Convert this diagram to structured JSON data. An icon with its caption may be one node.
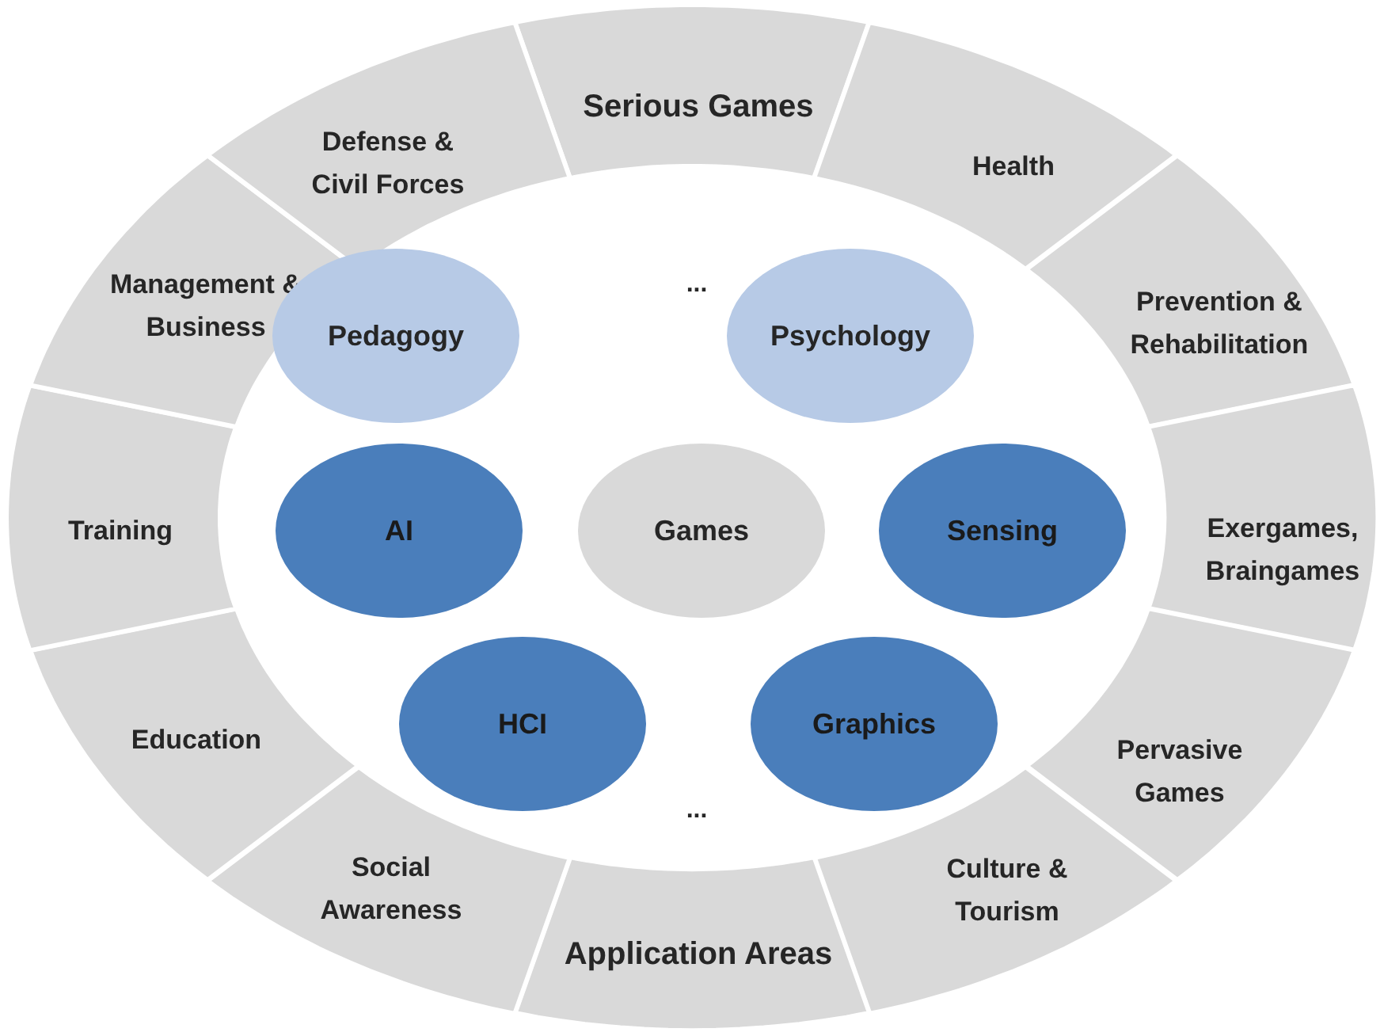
{
  "diagram": {
    "nodes": [
      {
        "text": [
          "Serious Games"
        ]
      },
      {
        "text": [
          "Health"
        ]
      },
      {
        "text": [
          "Prevention & Rehabilitation"
        ]
      },
      {
        "text": [
          "Exergames, Braingames"
        ]
      },
      {
        "text": [
          "Pervasive Games"
        ]
      },
      {
        "text": [
          "Culture & Tourism"
        ]
      },
      {
        "text": [
          "Application Areas"
        ]
      },
      {
        "text": [
          "Social Awareness"
        ]
      },
      {
        "text": [
          "Education"
        ]
      },
      {
        "text": [
          "Training"
        ]
      },
      {
        "text": [
          "Management & Business"
        ]
      },
      {
        "text": [
          "Defense & Civil Forces"
        ]
      },
      {
        "text": [
          "Pedagogy"
        ]
      },
      {
        "text": [
          "Psychology"
        ]
      },
      {
        "text": [
          "AI"
        ]
      },
      {
        "text": [
          "Games"
        ]
      },
      {
        "text": [
          "Sensing"
        ]
      },
      {
        "text": [
          "HCI"
        ]
      },
      {
        "text": [
          "Graphics"
        ]
      }
    ],
    "edges": [],
    "labels": [
      "...",
      "..."
    ]
  }
}
